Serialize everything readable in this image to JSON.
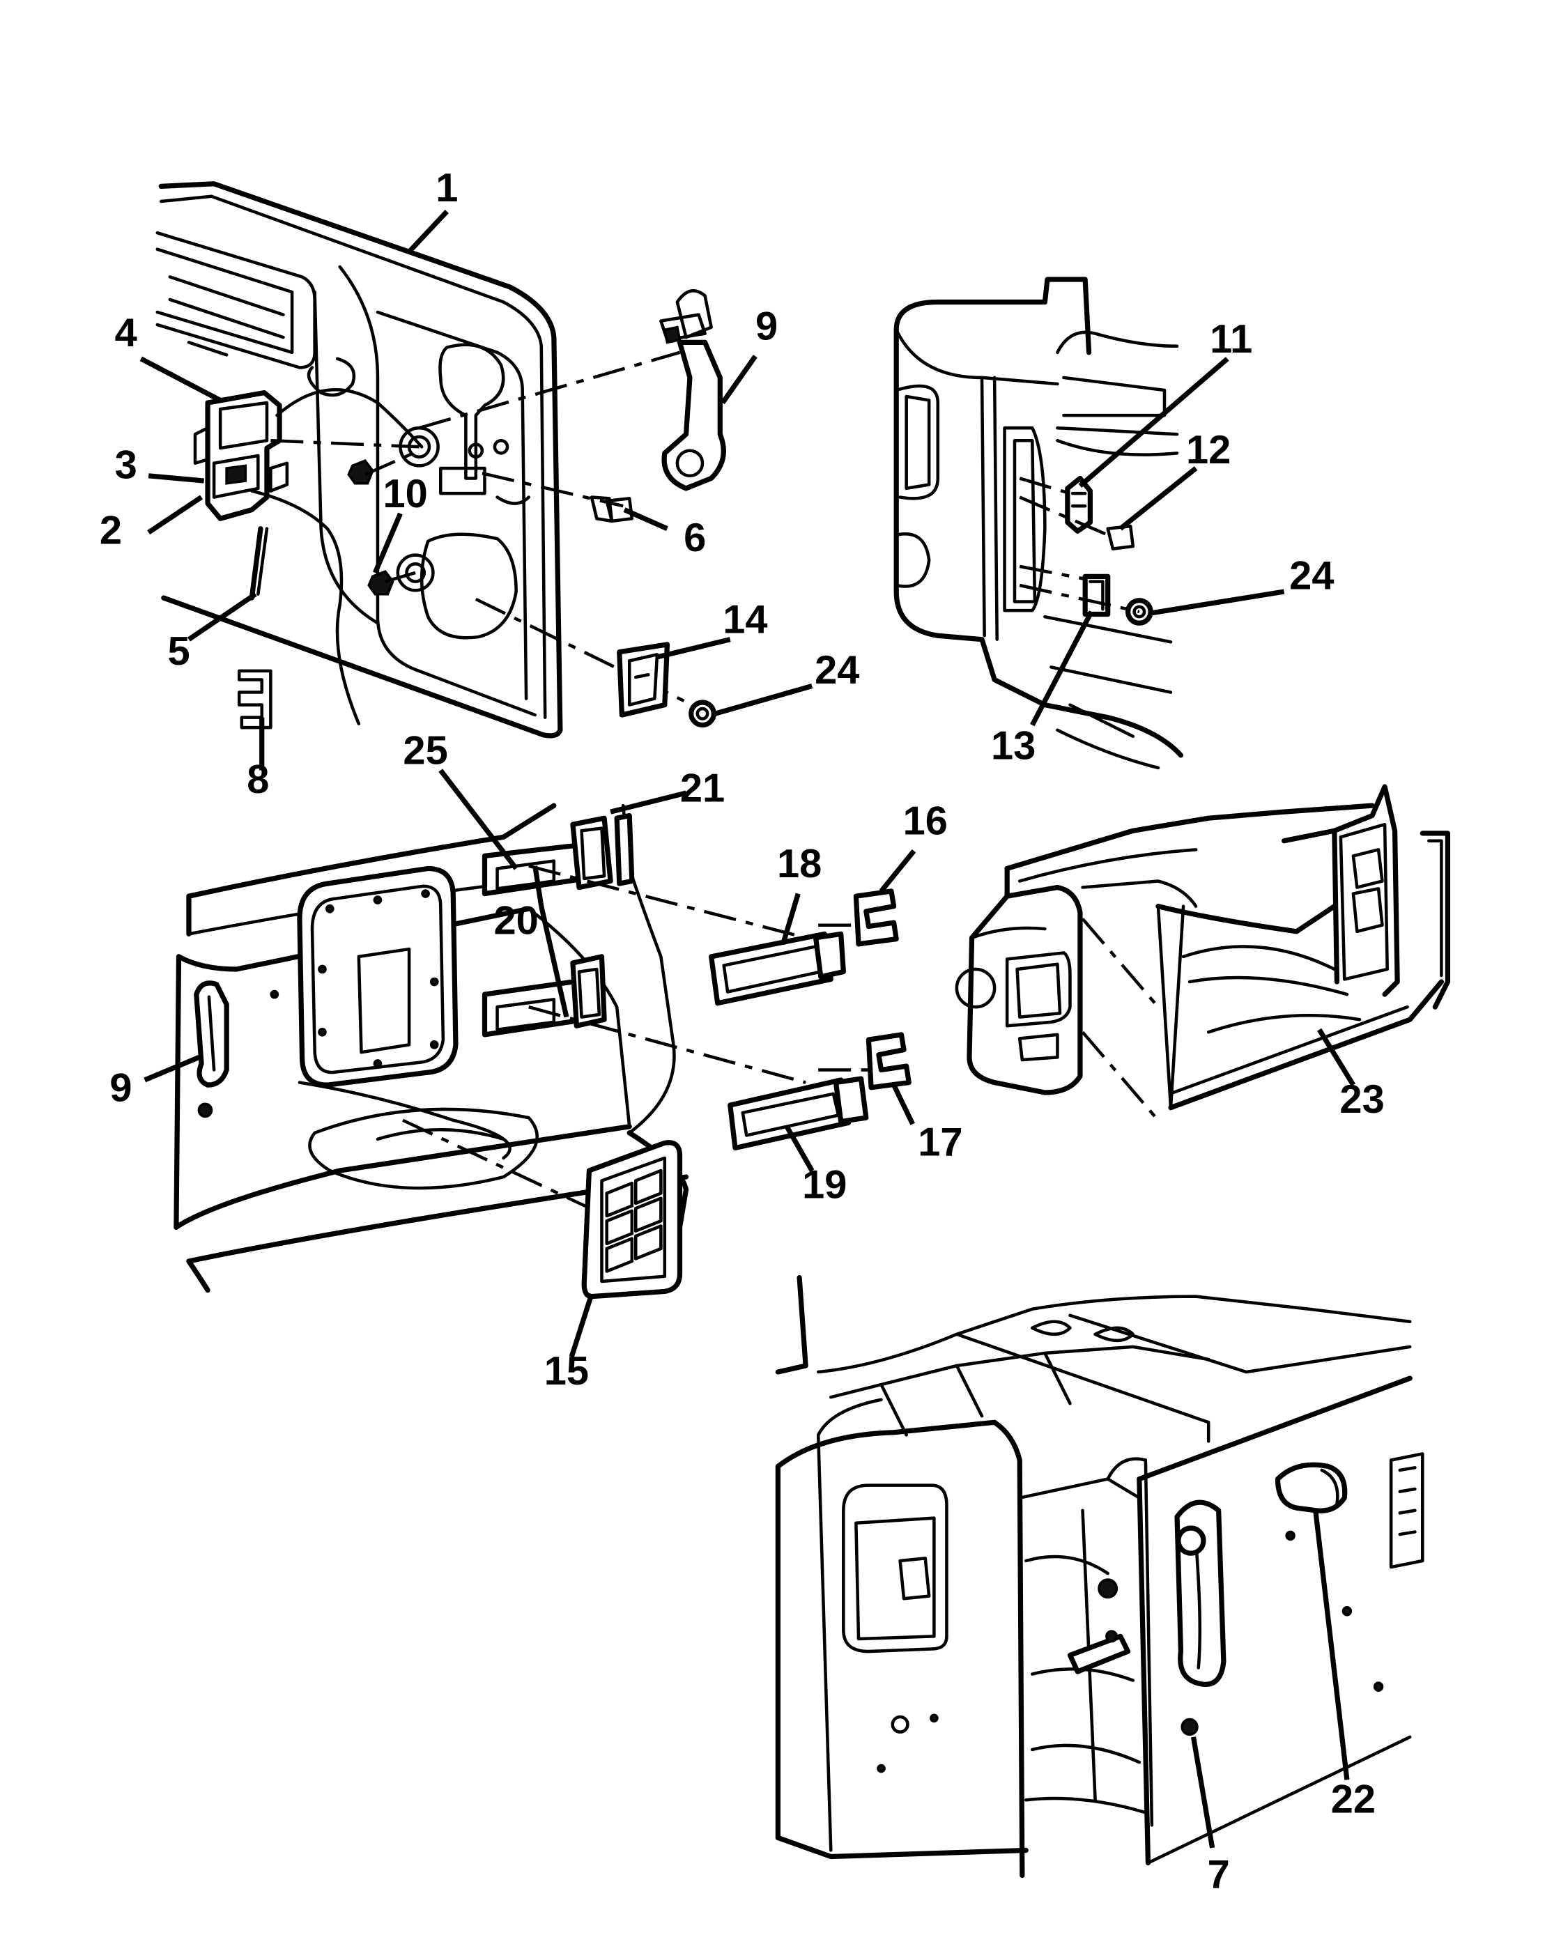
{
  "callouts": [
    {
      "id": "c1",
      "text": "1"
    },
    {
      "id": "c2",
      "text": "2"
    },
    {
      "id": "c3",
      "text": "3"
    },
    {
      "id": "c4",
      "text": "4"
    },
    {
      "id": "c5",
      "text": "5"
    },
    {
      "id": "c6",
      "text": "6"
    },
    {
      "id": "c7",
      "text": "7"
    },
    {
      "id": "c8",
      "text": "8"
    },
    {
      "id": "c9a",
      "text": "9"
    },
    {
      "id": "c9b",
      "text": "9"
    },
    {
      "id": "c10",
      "text": "10"
    },
    {
      "id": "c11",
      "text": "11"
    },
    {
      "id": "c12",
      "text": "12"
    },
    {
      "id": "c13",
      "text": "13"
    },
    {
      "id": "c14",
      "text": "14"
    },
    {
      "id": "c15",
      "text": "15"
    },
    {
      "id": "c16",
      "text": "16"
    },
    {
      "id": "c17",
      "text": "17"
    },
    {
      "id": "c18",
      "text": "18"
    },
    {
      "id": "c19",
      "text": "19"
    },
    {
      "id": "c20",
      "text": "20"
    },
    {
      "id": "c21",
      "text": "21"
    },
    {
      "id": "c22",
      "text": "22"
    },
    {
      "id": "c23",
      "text": "23"
    },
    {
      "id": "c24a",
      "text": "24"
    },
    {
      "id": "c24b",
      "text": "24"
    },
    {
      "id": "c25",
      "text": "25"
    }
  ],
  "colors": {
    "line": "#000000",
    "background": "#ffffff"
  }
}
